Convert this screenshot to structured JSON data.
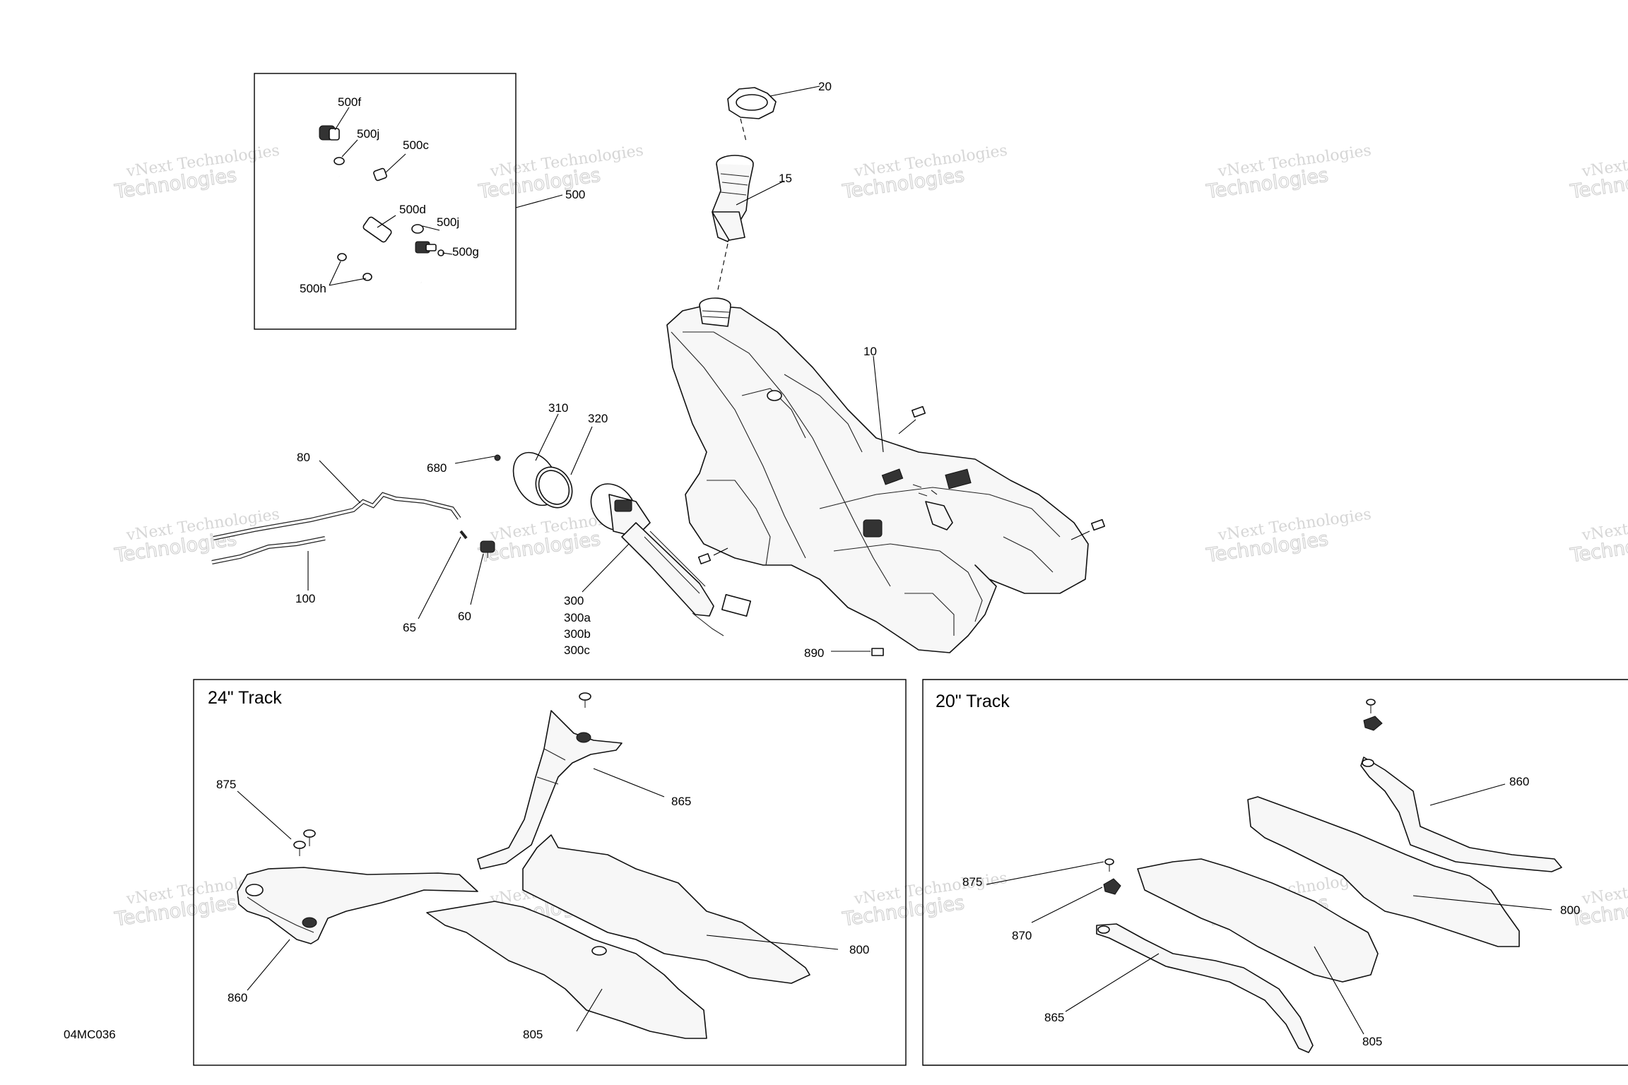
{
  "figure_code": "04MC036",
  "watermark": {
    "line1": "vNext Technologies",
    "line2": "Technologies"
  },
  "sections": {
    "track24": "24\" Track",
    "track20": "20\" Track"
  },
  "labels": {
    "l20": "20",
    "l15": "15",
    "l10": "10",
    "l500": "500",
    "l500f": "500f",
    "l500j_a": "500j",
    "l500c": "500c",
    "l500d": "500d",
    "l500j_b": "500j",
    "l500g": "500g",
    "l500h": "500h",
    "l310": "310",
    "l320": "320",
    "l680": "680",
    "l80": "80",
    "l100": "100",
    "l65": "65",
    "l60": "60",
    "l300": "300",
    "l300a": "300a",
    "l300b": "300b",
    "l300c": "300c",
    "l890": "890",
    "l875_a": "875",
    "l865_a": "865",
    "l860_a": "860",
    "l800_a": "800",
    "l805_a": "805",
    "l860_b": "860",
    "l875_b": "875",
    "l870": "870",
    "l800_b": "800",
    "l865_b": "865",
    "l805_b": "805"
  },
  "colors": {
    "line": "#000000",
    "watermark": "#d6d6d6",
    "fill": "#f7f7f7"
  }
}
